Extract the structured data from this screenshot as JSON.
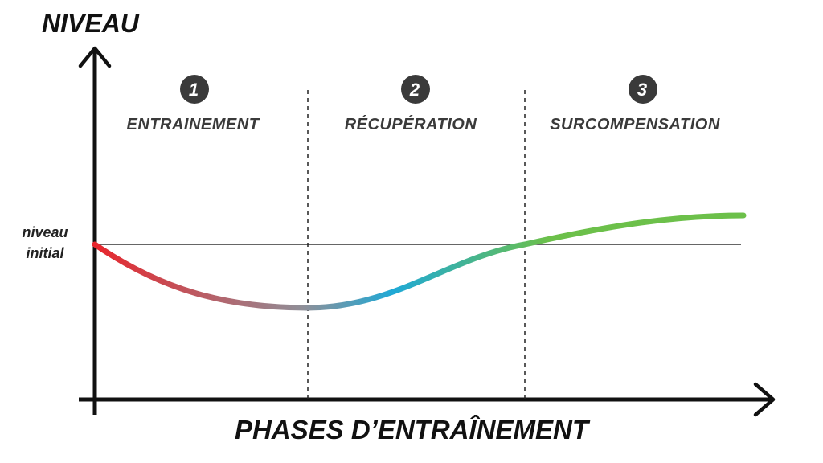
{
  "y_axis": {
    "title": "NIVEAU"
  },
  "x_axis": {
    "title": "PHASES D’ENTRAÎNEMENT"
  },
  "reference": {
    "line1": "niveau",
    "line2": "initial"
  },
  "phases": [
    {
      "number": "1",
      "label": "ENTRAINEMENT"
    },
    {
      "number": "2",
      "label": "RÉCUPÉRATION"
    },
    {
      "number": "3",
      "label": "SURCOMPENSATION"
    }
  ],
  "colors": {
    "axis": "#111111",
    "phase_badge": "#3a3a3a",
    "curve_start": "#e8262d",
    "curve_low": "#8f8f98",
    "curve_mid": "#1fa9d6",
    "curve_end": "#6cc04a"
  }
}
